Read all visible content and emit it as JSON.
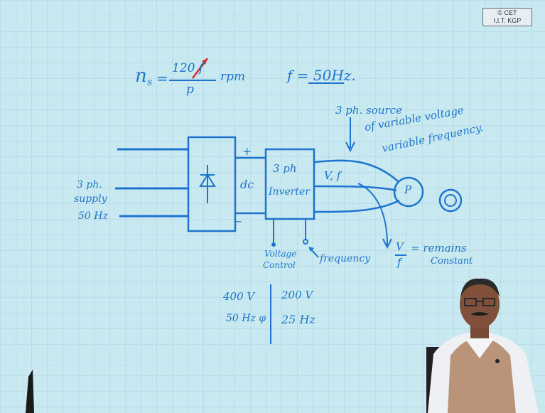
{
  "badge": {
    "line1": "© CET",
    "line2": "I.I.T. KGP"
  },
  "formula": {
    "lhs": "n",
    "subscript": "s",
    "equals": "=",
    "numerator": "120 f",
    "denominator": "p",
    "unit": "rpm"
  },
  "frequency_note": "f = 50Hz.",
  "source_note": {
    "line1": "3 ph. source",
    "line2": "of variable voltage",
    "line3": "variable frequency."
  },
  "supply": {
    "line1": "3 ph.",
    "line2": "supply",
    "line3": "50 Hz"
  },
  "rectifier_label": "dc",
  "dc_plus": "+",
  "dc_minus": "−",
  "inverter": {
    "line1": "3 ph",
    "line2": "Inverter"
  },
  "output_label": "V, f",
  "motor_label": "P",
  "voltage_control": {
    "line1": "Voltage",
    "line2": "Control"
  },
  "frequency_control": "frequency",
  "vf_ratio": {
    "num": "V",
    "den": "f",
    "text": "= remains",
    "text2": "Constant"
  },
  "table": {
    "left1": "400 V",
    "left2": "50 Hz φ",
    "right1": "200 V",
    "right2": "25 Hz"
  },
  "colors": {
    "ink": "#1d74cf",
    "board": "#c9e9f1",
    "grid": "#a9d3e0",
    "red": "#d42a2a"
  }
}
